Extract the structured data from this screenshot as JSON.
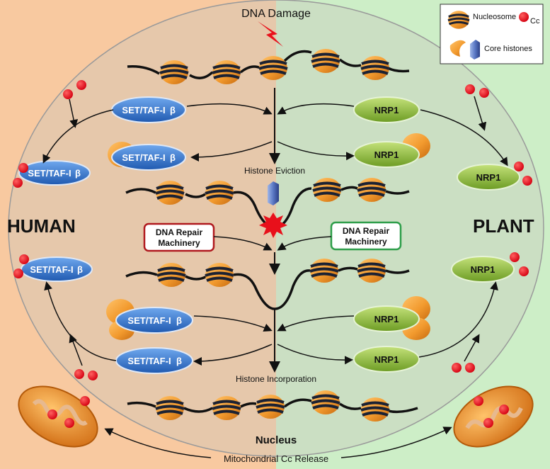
{
  "title": "DNA Damage",
  "side_left": "HUMAN",
  "side_right": "PLANT",
  "protein_left": "SET/TAF-I",
  "protein_left_suffix": "β",
  "protein_right": "NRP1",
  "step_eviction": "Histone Eviction",
  "step_incorporation": "Histone Incorporation",
  "repair_left": [
    "DNA Repair",
    "Machinery"
  ],
  "repair_right": [
    "DNA Repair",
    "Machinery"
  ],
  "nucleus_label": "Nucleus",
  "release_label": "Mitochondrial Cc Release",
  "legend": {
    "nucleosome": "Nucleosome",
    "cc": "Cc",
    "core_histones": "Core histones"
  },
  "colors": {
    "human_bg": "#f8c9a0",
    "plant_bg": "#cdeec7",
    "set_blue": "#3a7bd5",
    "nrp_green": "#8dbb3a",
    "cc_red": "#e8101b",
    "histone_orange": "#f29a2e",
    "repair_left_border": "#b0191e",
    "repair_right_border": "#2e9e4a"
  }
}
